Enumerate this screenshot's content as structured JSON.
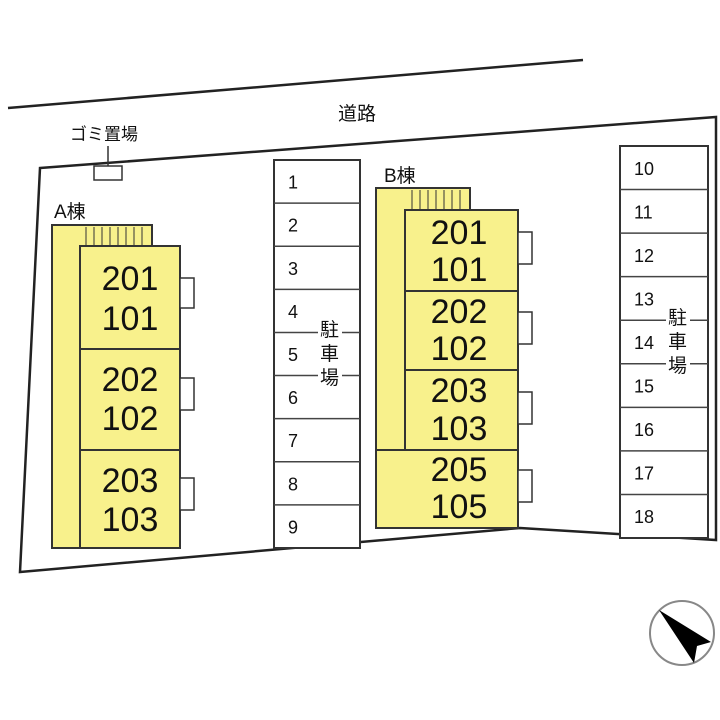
{
  "road_label": "道路",
  "trash_label": "ゴミ置場",
  "colors": {
    "building": "#f8f18c",
    "line": "#333333"
  },
  "building_a": {
    "label": "A棟",
    "units": [
      {
        "upper": "201",
        "lower": "101"
      },
      {
        "upper": "202",
        "lower": "102"
      },
      {
        "upper": "203",
        "lower": "103"
      }
    ]
  },
  "building_b": {
    "label": "B棟",
    "units": [
      {
        "upper": "201",
        "lower": "101"
      },
      {
        "upper": "202",
        "lower": "102"
      },
      {
        "upper": "203",
        "lower": "103"
      },
      {
        "upper": "205",
        "lower": "105"
      }
    ]
  },
  "parking_left": {
    "label_chars": [
      "駐",
      "車",
      "場"
    ],
    "slots": [
      "1",
      "2",
      "3",
      "4",
      "5",
      "6",
      "7",
      "8",
      "9"
    ]
  },
  "parking_right": {
    "label_chars": [
      "駐",
      "車",
      "場"
    ],
    "slots": [
      "10",
      "11",
      "12",
      "13",
      "14",
      "15",
      "16",
      "17",
      "18"
    ]
  },
  "compass_icon": "north-arrow-icon"
}
